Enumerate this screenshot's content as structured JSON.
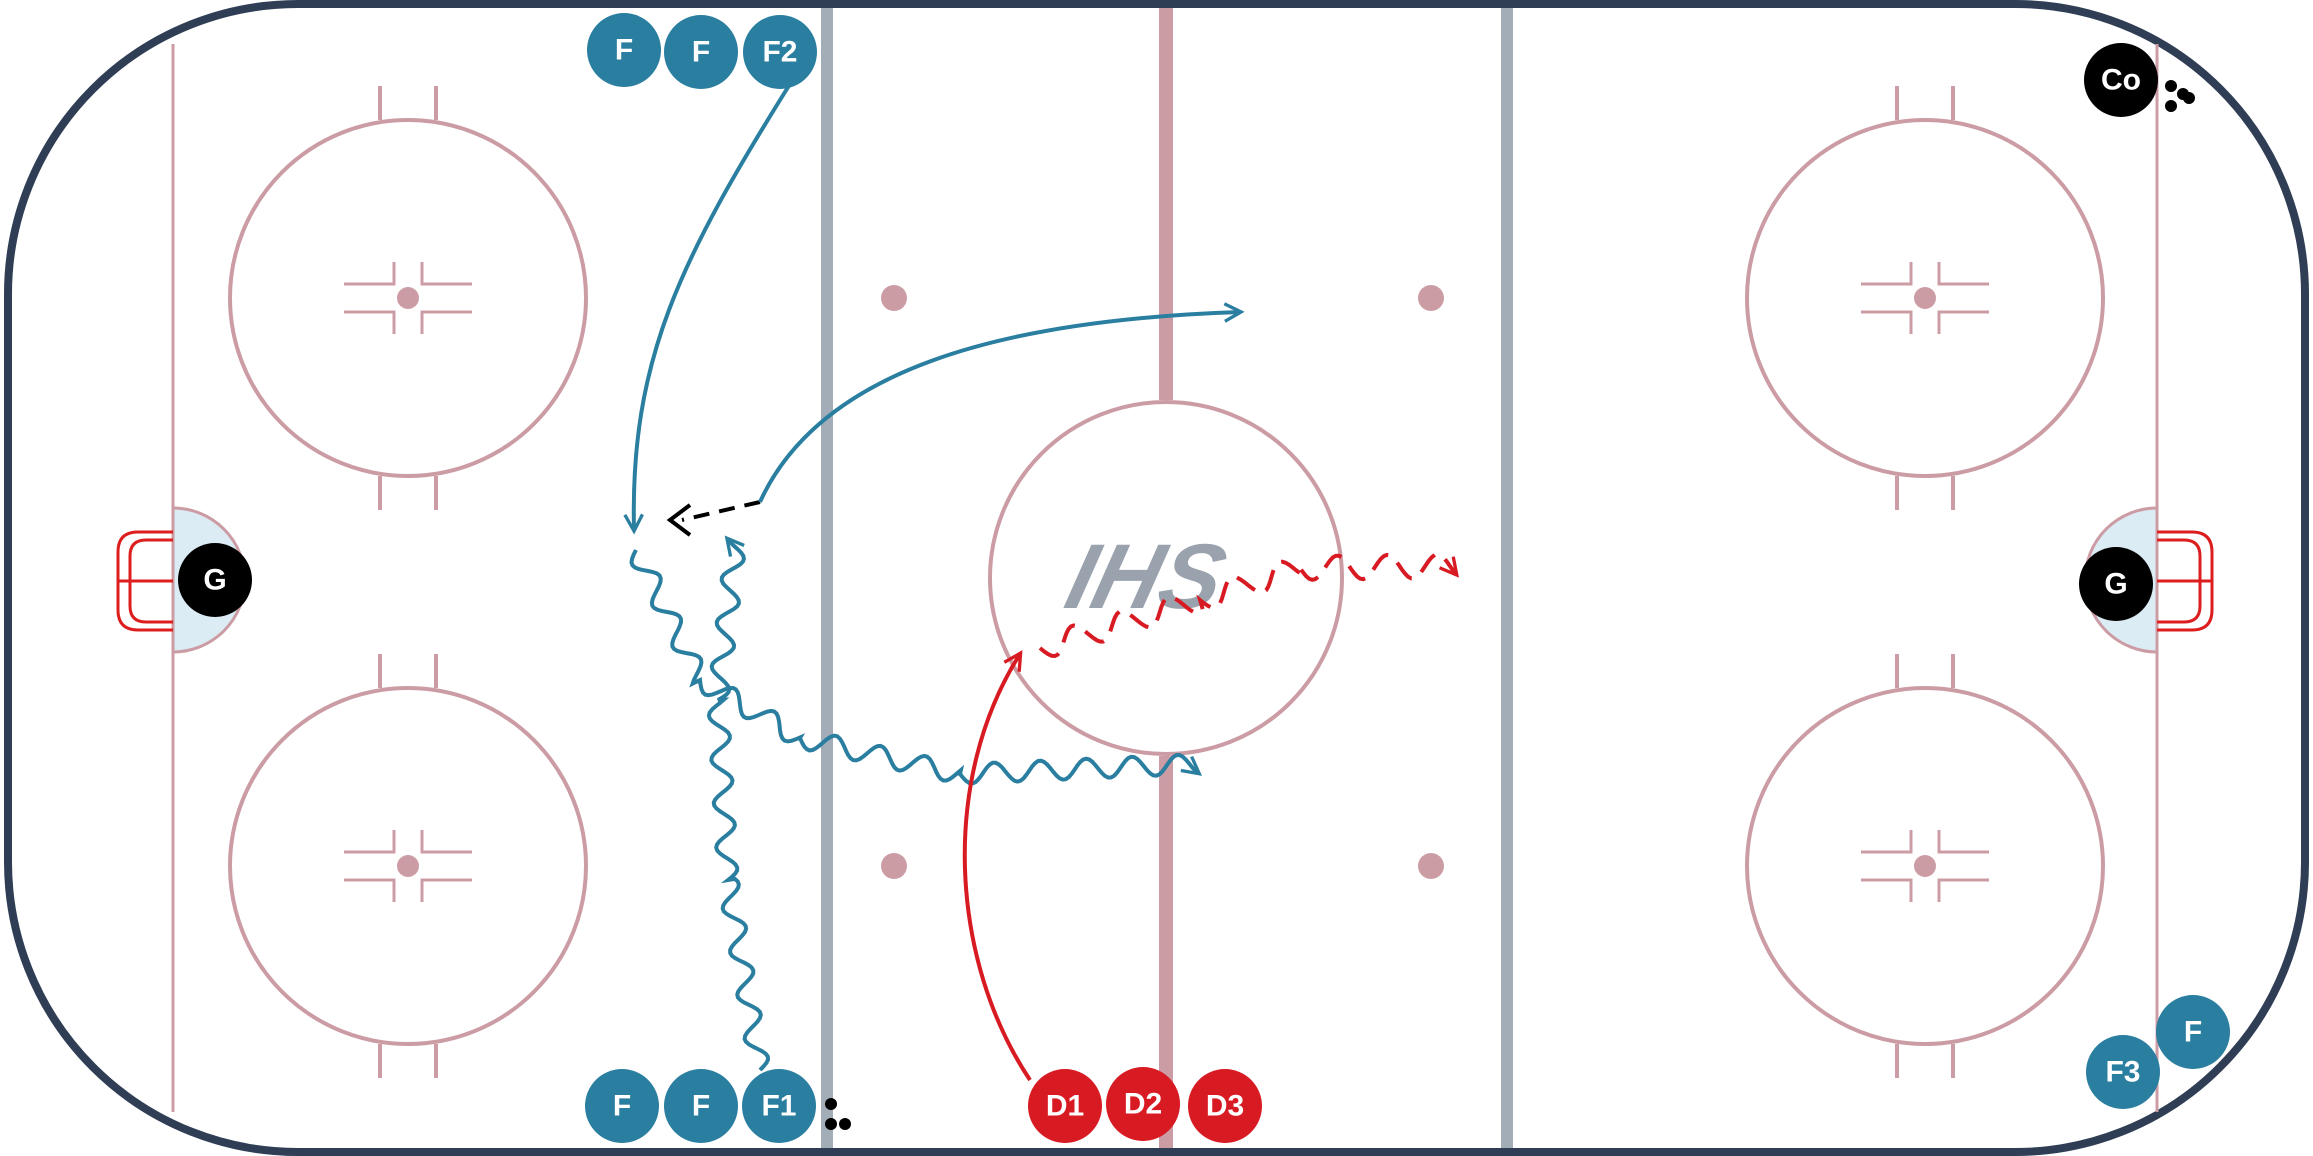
{
  "logo": {
    "text": "IHS"
  },
  "colors": {
    "board": "#2f3e55",
    "line_pink": "#cc9ca5",
    "blue_line": "#a3adb8",
    "center_line": "#cc9ca5",
    "crease": "#dcecf5",
    "net": "#dd1e1e",
    "team_blue": "#2a7ea0",
    "team_red": "#d81b22",
    "coach": "#000000",
    "logo": "#9aa3ad"
  },
  "players": {
    "top_left": [
      "F",
      "F",
      "F2"
    ],
    "bottom_left": [
      "F",
      "F",
      "F1"
    ],
    "defense": [
      "D1",
      "D2",
      "D3"
    ],
    "goalie_left": "G",
    "goalie_right": "G",
    "coach": "Co",
    "bottom_right_f": "F",
    "bottom_right_f3": "F3"
  }
}
